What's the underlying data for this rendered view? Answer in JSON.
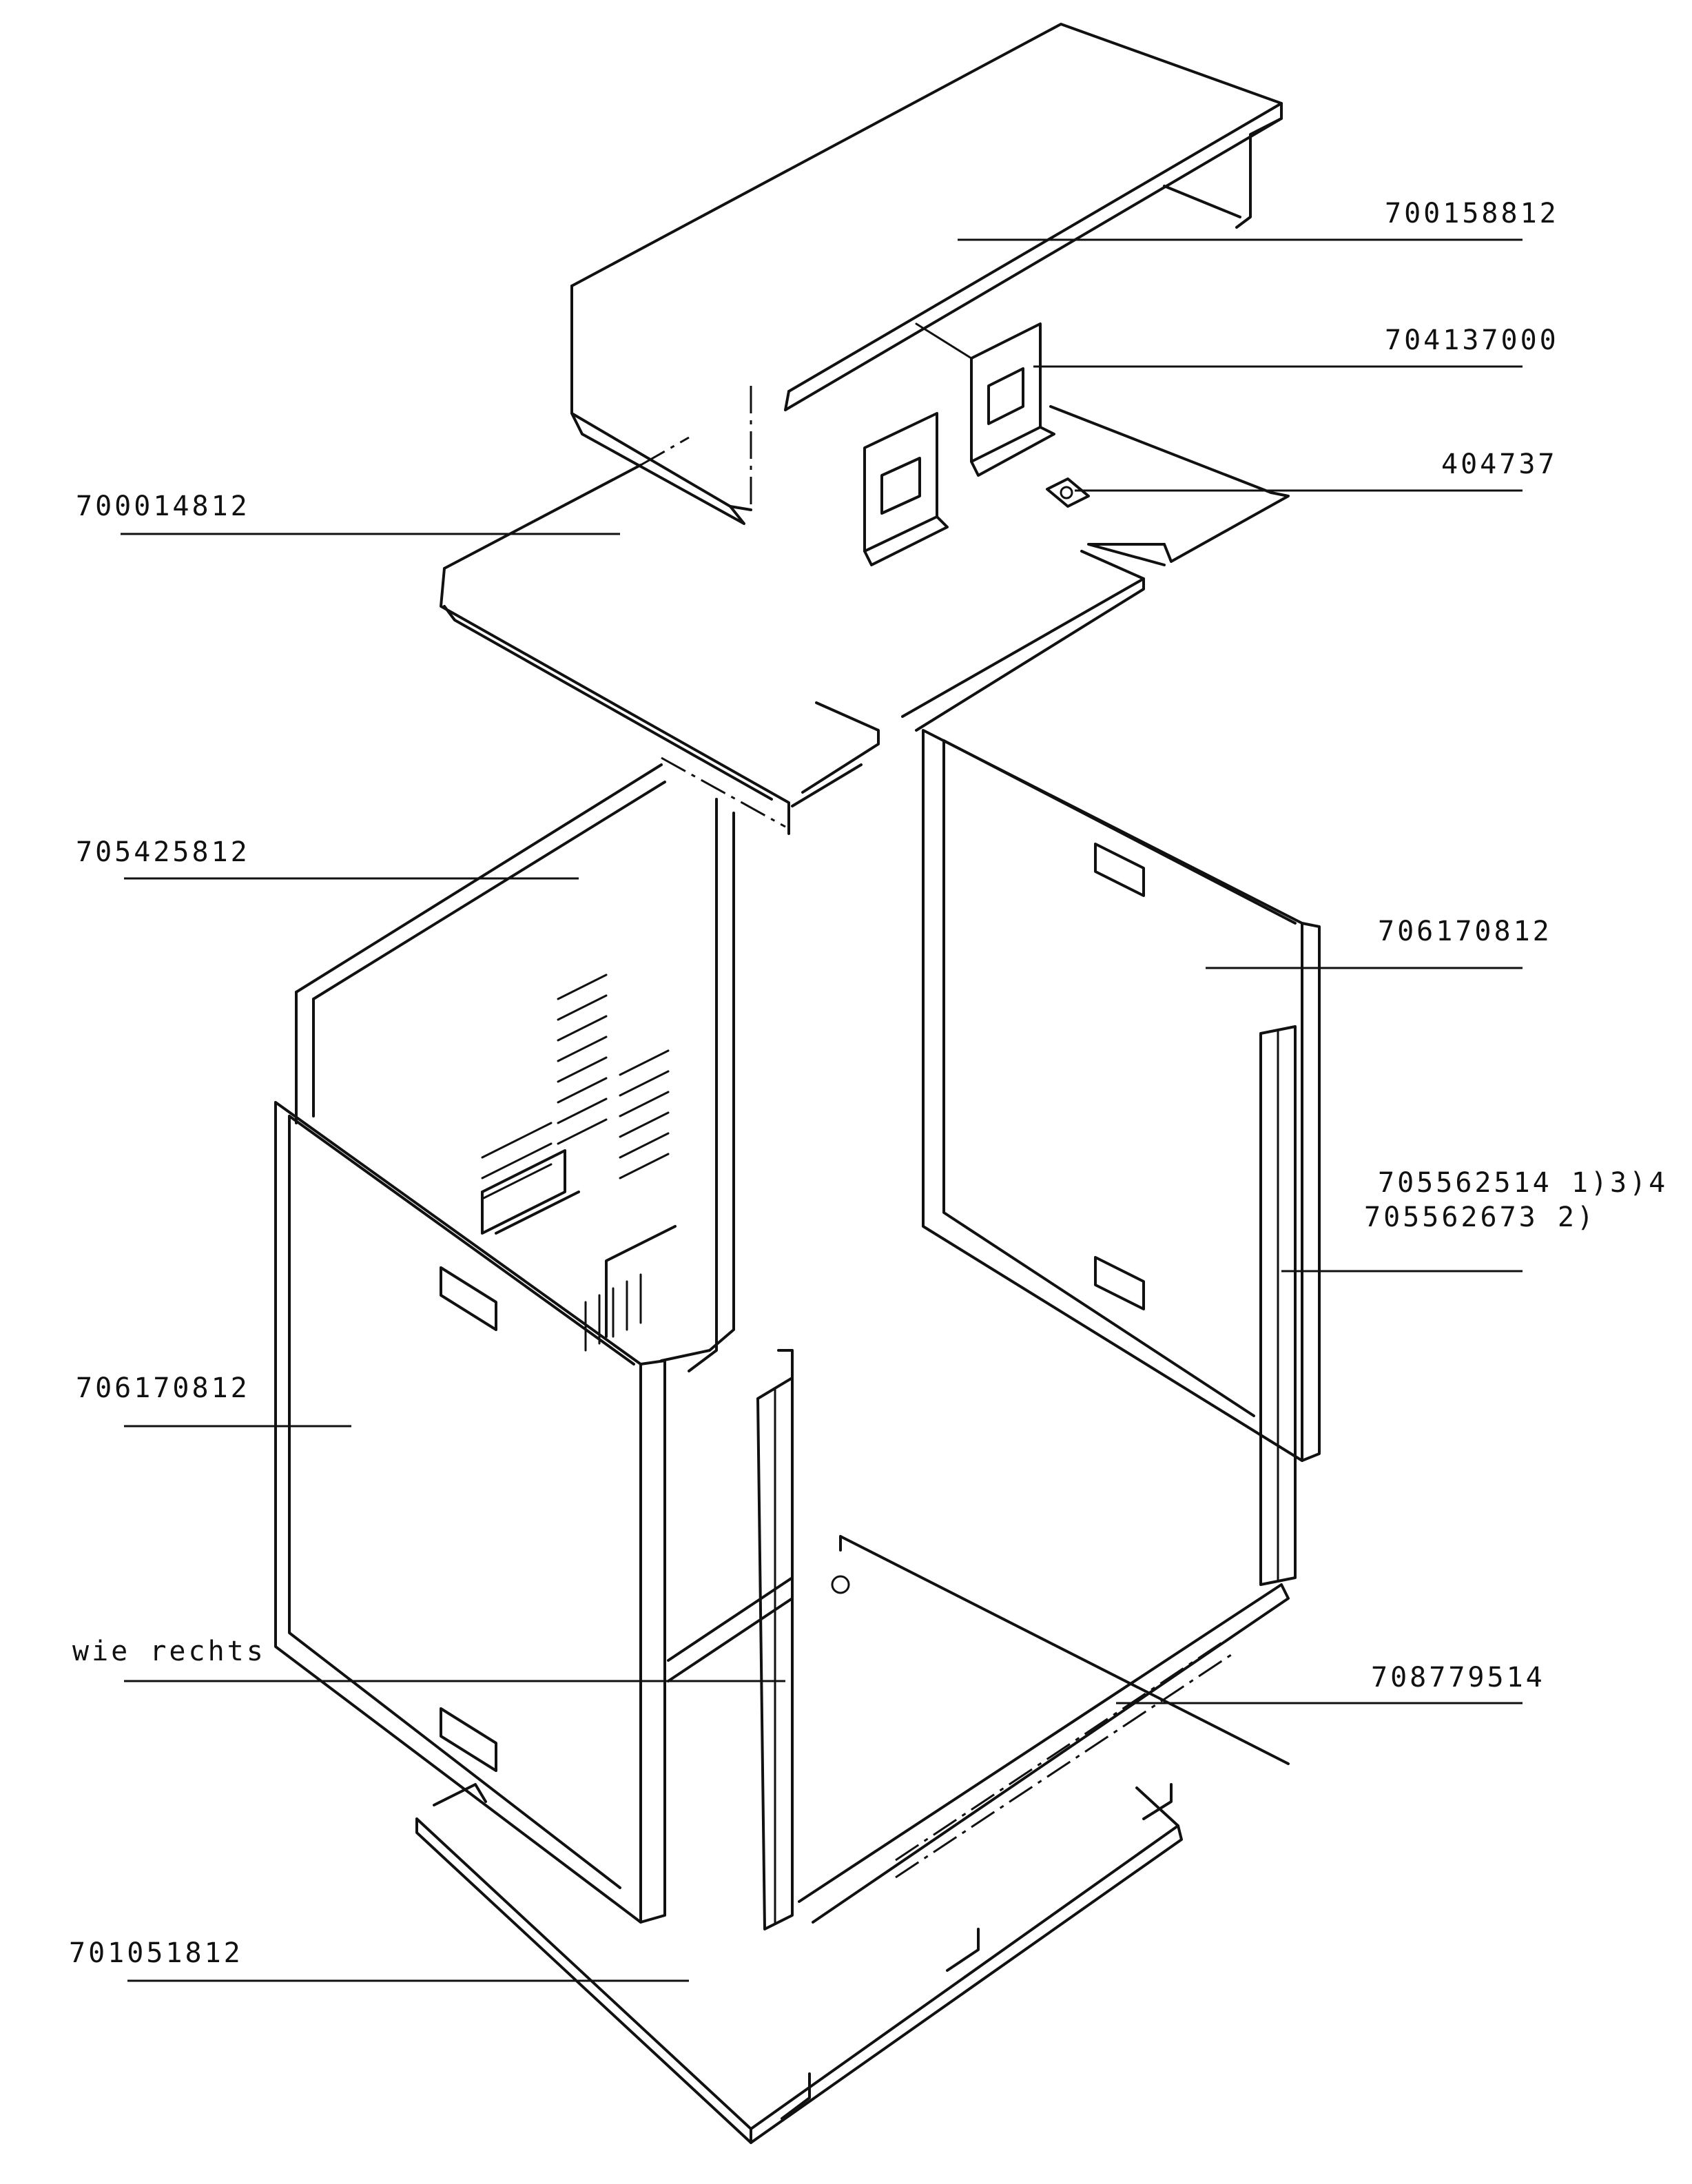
{
  "labels": {
    "top_cover": "700158812",
    "bracket": "704137000",
    "clip": "404737",
    "top_plate": "700014812",
    "back_panel": "705425812",
    "side_panel_right": "706170812",
    "side_profile_line1": "705562514 1)3)4",
    "side_profile_line2": "705562673 2)",
    "side_panel_left": "706170812",
    "same_as_right": "wie rechts",
    "bottom_rail": "708779514",
    "base_plate": "701051812"
  }
}
